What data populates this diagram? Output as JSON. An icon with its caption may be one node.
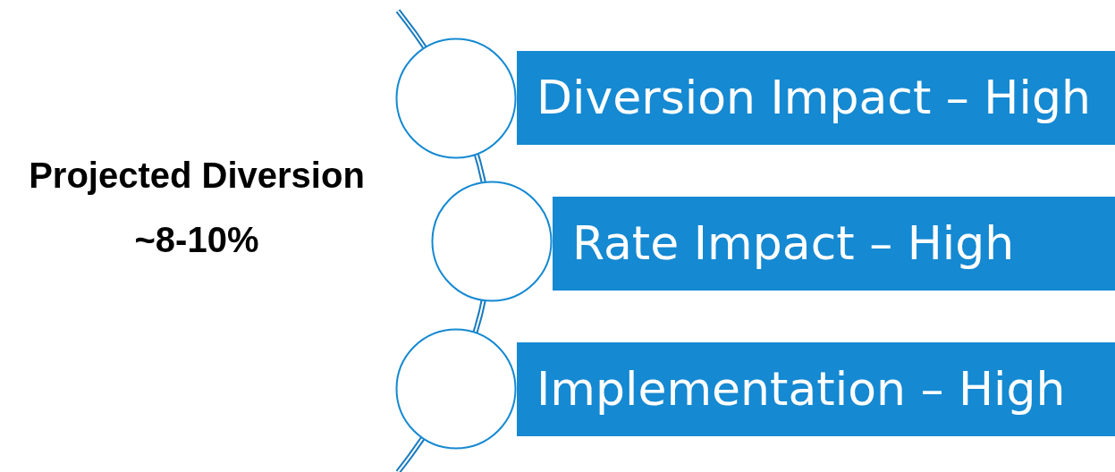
{
  "diagram": {
    "nodes": [
      {
        "text": [],
        "shape": "circle"
      },
      {
        "text": [
          "Diversion Impact – High"
        ]
      },
      {
        "text": [],
        "shape": "circle"
      },
      {
        "text": [
          "Rate Impact – High"
        ]
      },
      {
        "text": [],
        "shape": "circle"
      },
      {
        "text": [
          "Implementation – High"
        ]
      }
    ],
    "labels": [
      "Projected Diversion ~8-10%"
    ]
  }
}
